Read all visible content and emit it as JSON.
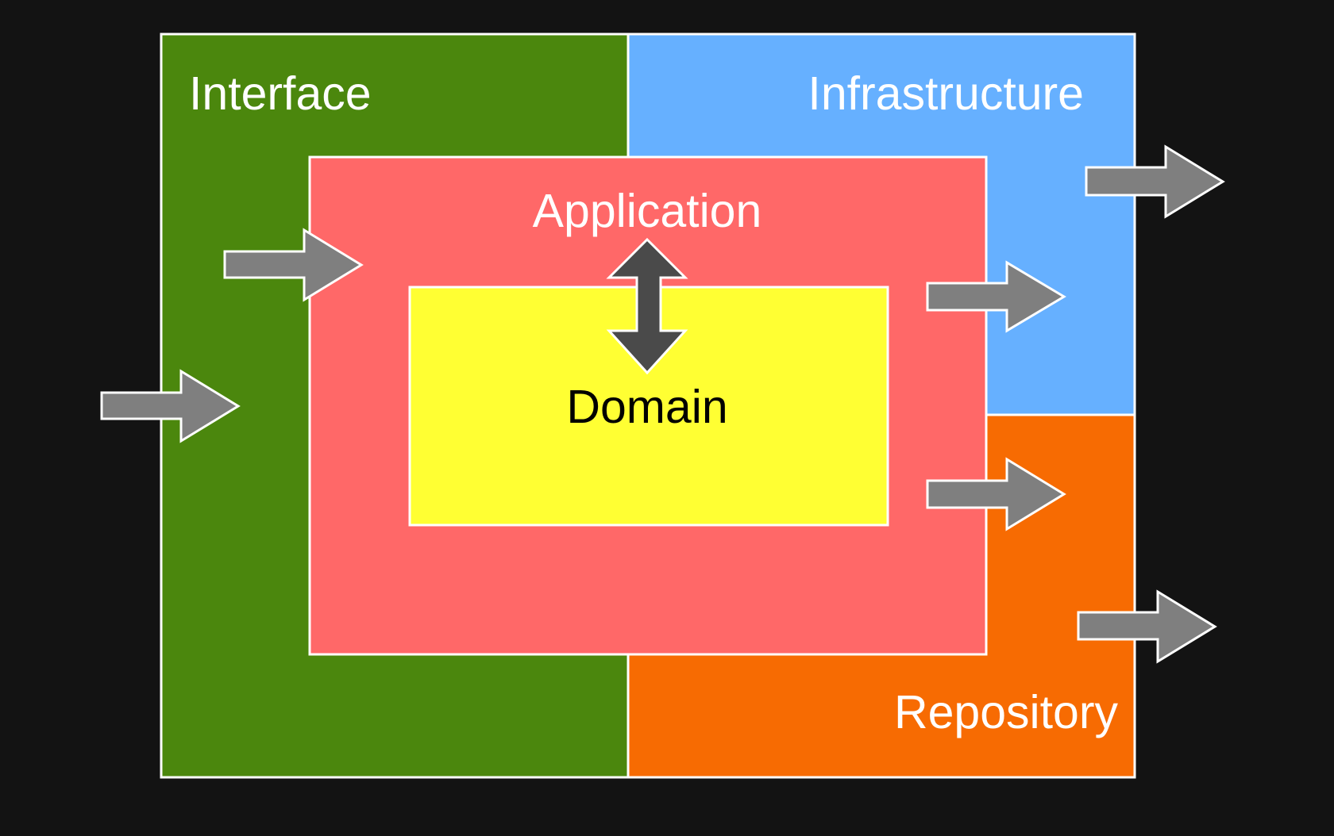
{
  "colors": {
    "background": "#131313",
    "interface": "#4b870d",
    "infrastructure": "#66b0ff",
    "repository": "#f76b02",
    "application": "#ff6868",
    "domain": "#ffff33",
    "border": "#ffffff",
    "arrow": "#7f7f7f",
    "domain_arrow": "#4a4a4a",
    "label_light": "#ffffff",
    "label_dark": "#000000"
  },
  "layers": {
    "interface": {
      "label": "Interface"
    },
    "infrastructure": {
      "label": "Infrastructure"
    },
    "repository": {
      "label": "Repository"
    },
    "application": {
      "label": "Application"
    },
    "domain": {
      "label": "Domain"
    }
  },
  "arrows": [
    {
      "name": "external-to-interface-arrow",
      "icon": "right-arrow-icon"
    },
    {
      "name": "interface-to-application-arrow",
      "icon": "right-arrow-icon"
    },
    {
      "name": "application-to-infrastructure-arrow",
      "icon": "right-arrow-icon"
    },
    {
      "name": "application-to-repository-arrow",
      "icon": "right-arrow-icon"
    },
    {
      "name": "infrastructure-to-external-arrow",
      "icon": "right-arrow-icon"
    },
    {
      "name": "repository-to-external-arrow",
      "icon": "right-arrow-icon"
    },
    {
      "name": "application-domain-arrow",
      "icon": "double-arrow-icon"
    }
  ]
}
